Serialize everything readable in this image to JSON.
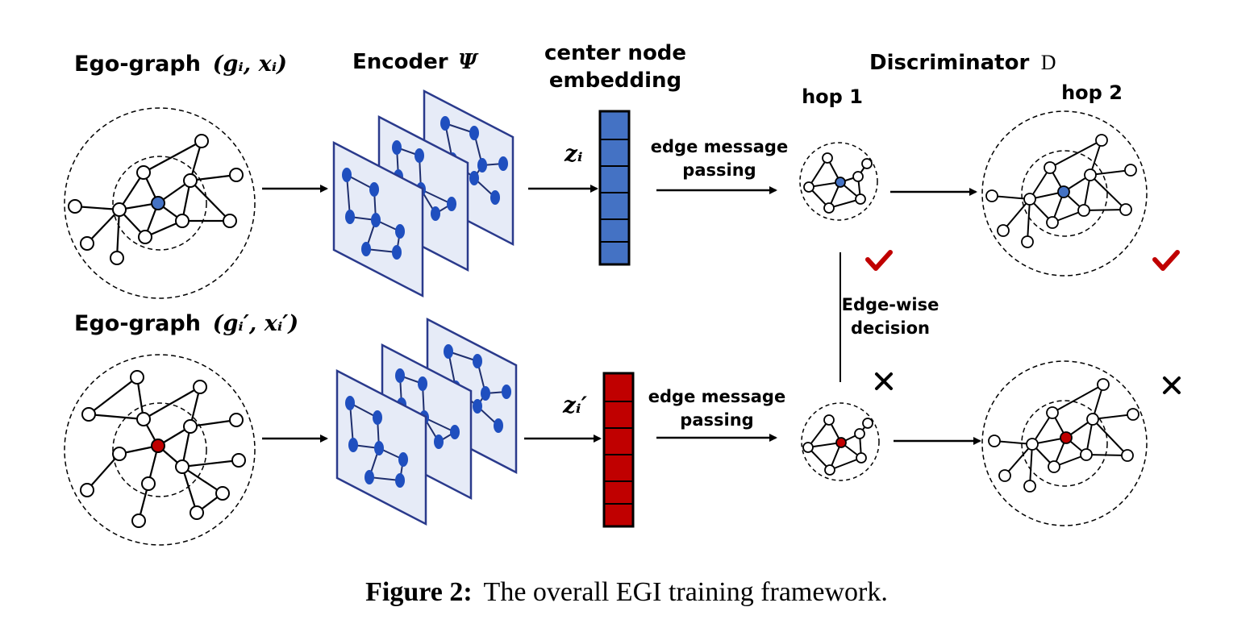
{
  "labels": {
    "ego_top_prefix": "Ego-graph",
    "ego_top_math": "(gᵢ, xᵢ)",
    "ego_bottom_prefix": "Ego-graph",
    "ego_bottom_math": "(gᵢ′, xᵢ′)",
    "encoder": "Encoder",
    "encoder_symbol": "Ψ",
    "center_line1": "center node",
    "center_line2": "embedding",
    "discriminator": "Discriminator",
    "discriminator_symbol": "D",
    "hop1": "hop 1",
    "hop2": "hop 2",
    "z_top": "zᵢ",
    "z_bottom": "zᵢ′",
    "emp_top_1": "edge message",
    "emp_top_2": "passing",
    "emp_bottom_1": "edge message",
    "emp_bottom_2": "passing",
    "decision_1": "Edge-wise",
    "decision_2": "decision"
  },
  "caption": {
    "label": "Figure 2:",
    "text": "The overall EGI training framework."
  },
  "colors": {
    "positive_center": "#4472c4",
    "negative_center": "#c00000",
    "embedding_top": "#4472c4",
    "embedding_bottom": "#c00000",
    "encoder_node": "#1f4fbf",
    "encoder_layer_fill": "#e6ebf7",
    "encoder_layer_stroke": "#2a3a8c",
    "check": "#c00000"
  },
  "icons": [
    "check-icon",
    "cross-icon",
    "arrow-icon"
  ]
}
